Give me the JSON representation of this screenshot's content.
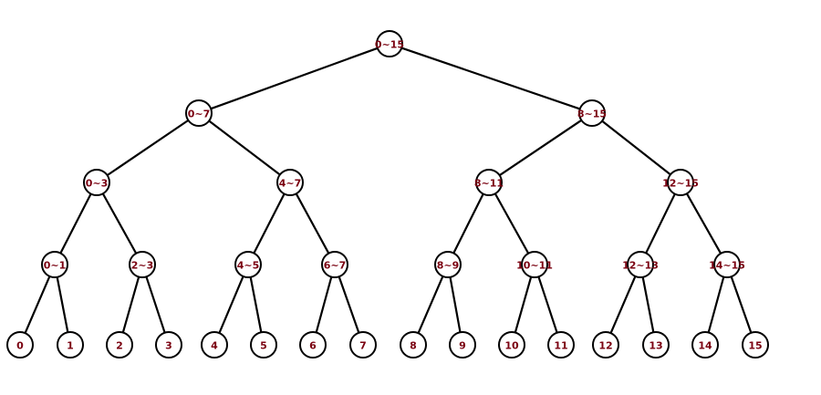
{
  "diagram": {
    "type": "segment-tree",
    "colors": {
      "edge": "#000000",
      "node_border": "#000000",
      "node_fill": "#ffffff",
      "label": "#7a0010"
    },
    "levels": [
      [
        "0~15"
      ],
      [
        "0~7",
        "8~15"
      ],
      [
        "0~3",
        "4~7",
        "8~11",
        "12~15"
      ],
      [
        "0~1",
        "2~3",
        "4~5",
        "6~7",
        "8~9",
        "10~11",
        "12~13",
        "14~15"
      ],
      [
        "0",
        "1",
        "2",
        "3",
        "4",
        "5",
        "6",
        "7",
        "8",
        "9",
        "10",
        "11",
        "12",
        "13",
        "14",
        "15"
      ]
    ]
  }
}
